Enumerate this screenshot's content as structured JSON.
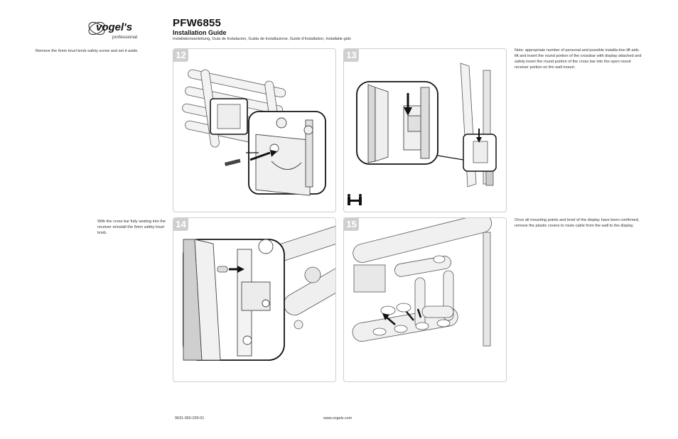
{
  "brand": {
    "logo_text": "vogel's",
    "logo_tagline": "professional"
  },
  "header": {
    "model": "PFW6855",
    "subtitle": "Installation Guide",
    "languages": "Installationsanleitung, Guia de Instalacion, Guida de Installazione, Guide d'Installation, Installatie gids"
  },
  "instructions": {
    "step12": "Remove the 6mm knurl knob safety screw and set it aside.",
    "step13": "Note: appropriate number of personal and possible installa-tion lift aids lift and insert the round portion of the crossbar with display attached and safely insert the round portion of the cross bar into the open round receiver portion on the wall mount.",
    "step14": "With the cross bar fully seating into the receiver reinstall the 6mm safety knurl knob.",
    "step15": "Once all mounting points and level of the display have been confirmed, remove the plastic covers to route cable from the wall to the display."
  },
  "panels": [
    {
      "number": "12"
    },
    {
      "number": "13"
    },
    {
      "number": "14"
    },
    {
      "number": "15"
    }
  ],
  "footer": {
    "code": "9631-060-200-01",
    "url": "www.vogels.com"
  }
}
